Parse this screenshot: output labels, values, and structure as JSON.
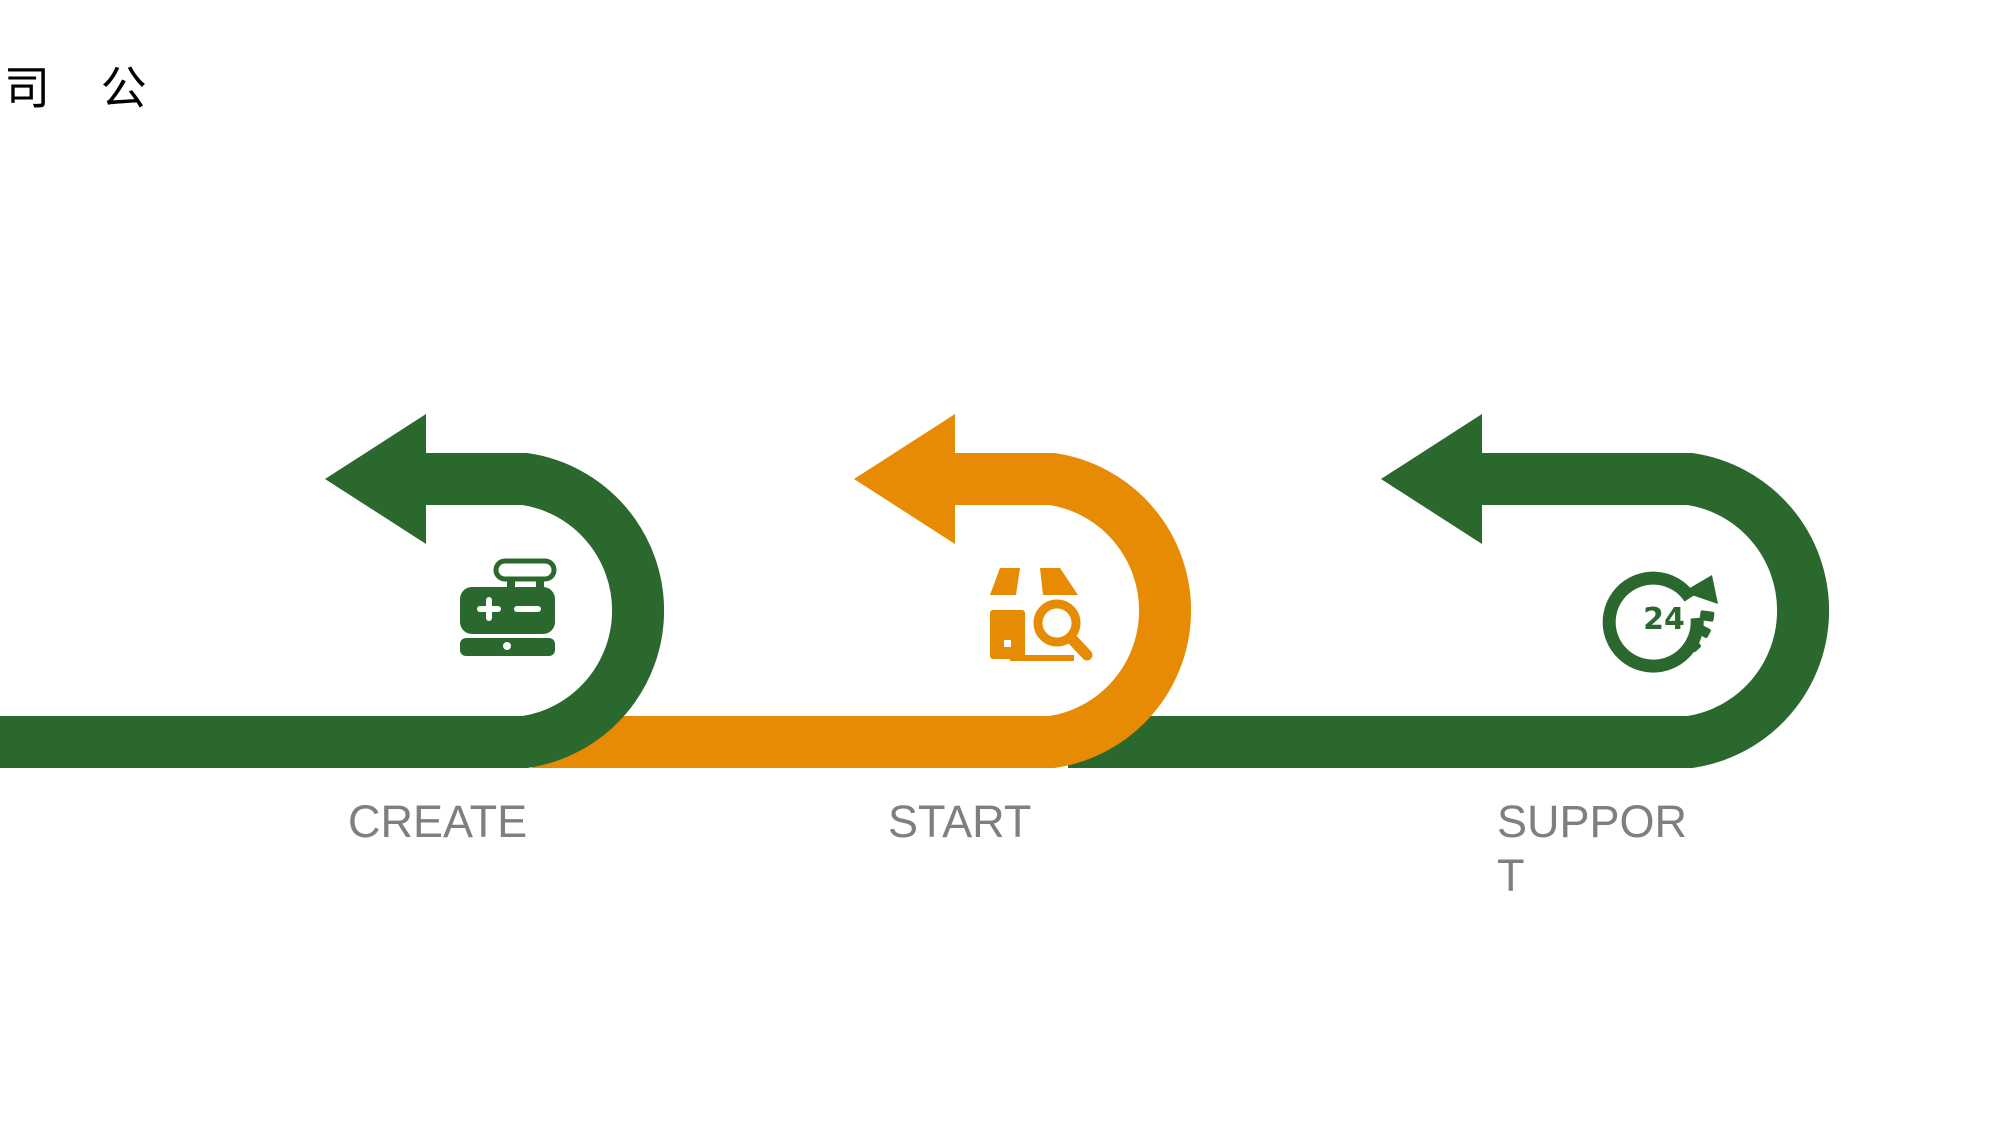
{
  "corner_text": "司 公",
  "steps": [
    {
      "label": "CREATE",
      "color": "#2b682e",
      "icon": "medical-kit-icon"
    },
    {
      "label": "START",
      "color": "#e88b04",
      "icon": "package-search-icon"
    },
    {
      "label": "SUPPOR",
      "label_wrap": "T",
      "color": "#2b682e",
      "icon": "24-hour-support-icon",
      "icon_text": "24"
    }
  ],
  "colors": {
    "green": "#2b682e",
    "orange": "#e88b04",
    "label_gray": "#7f7f7f"
  }
}
